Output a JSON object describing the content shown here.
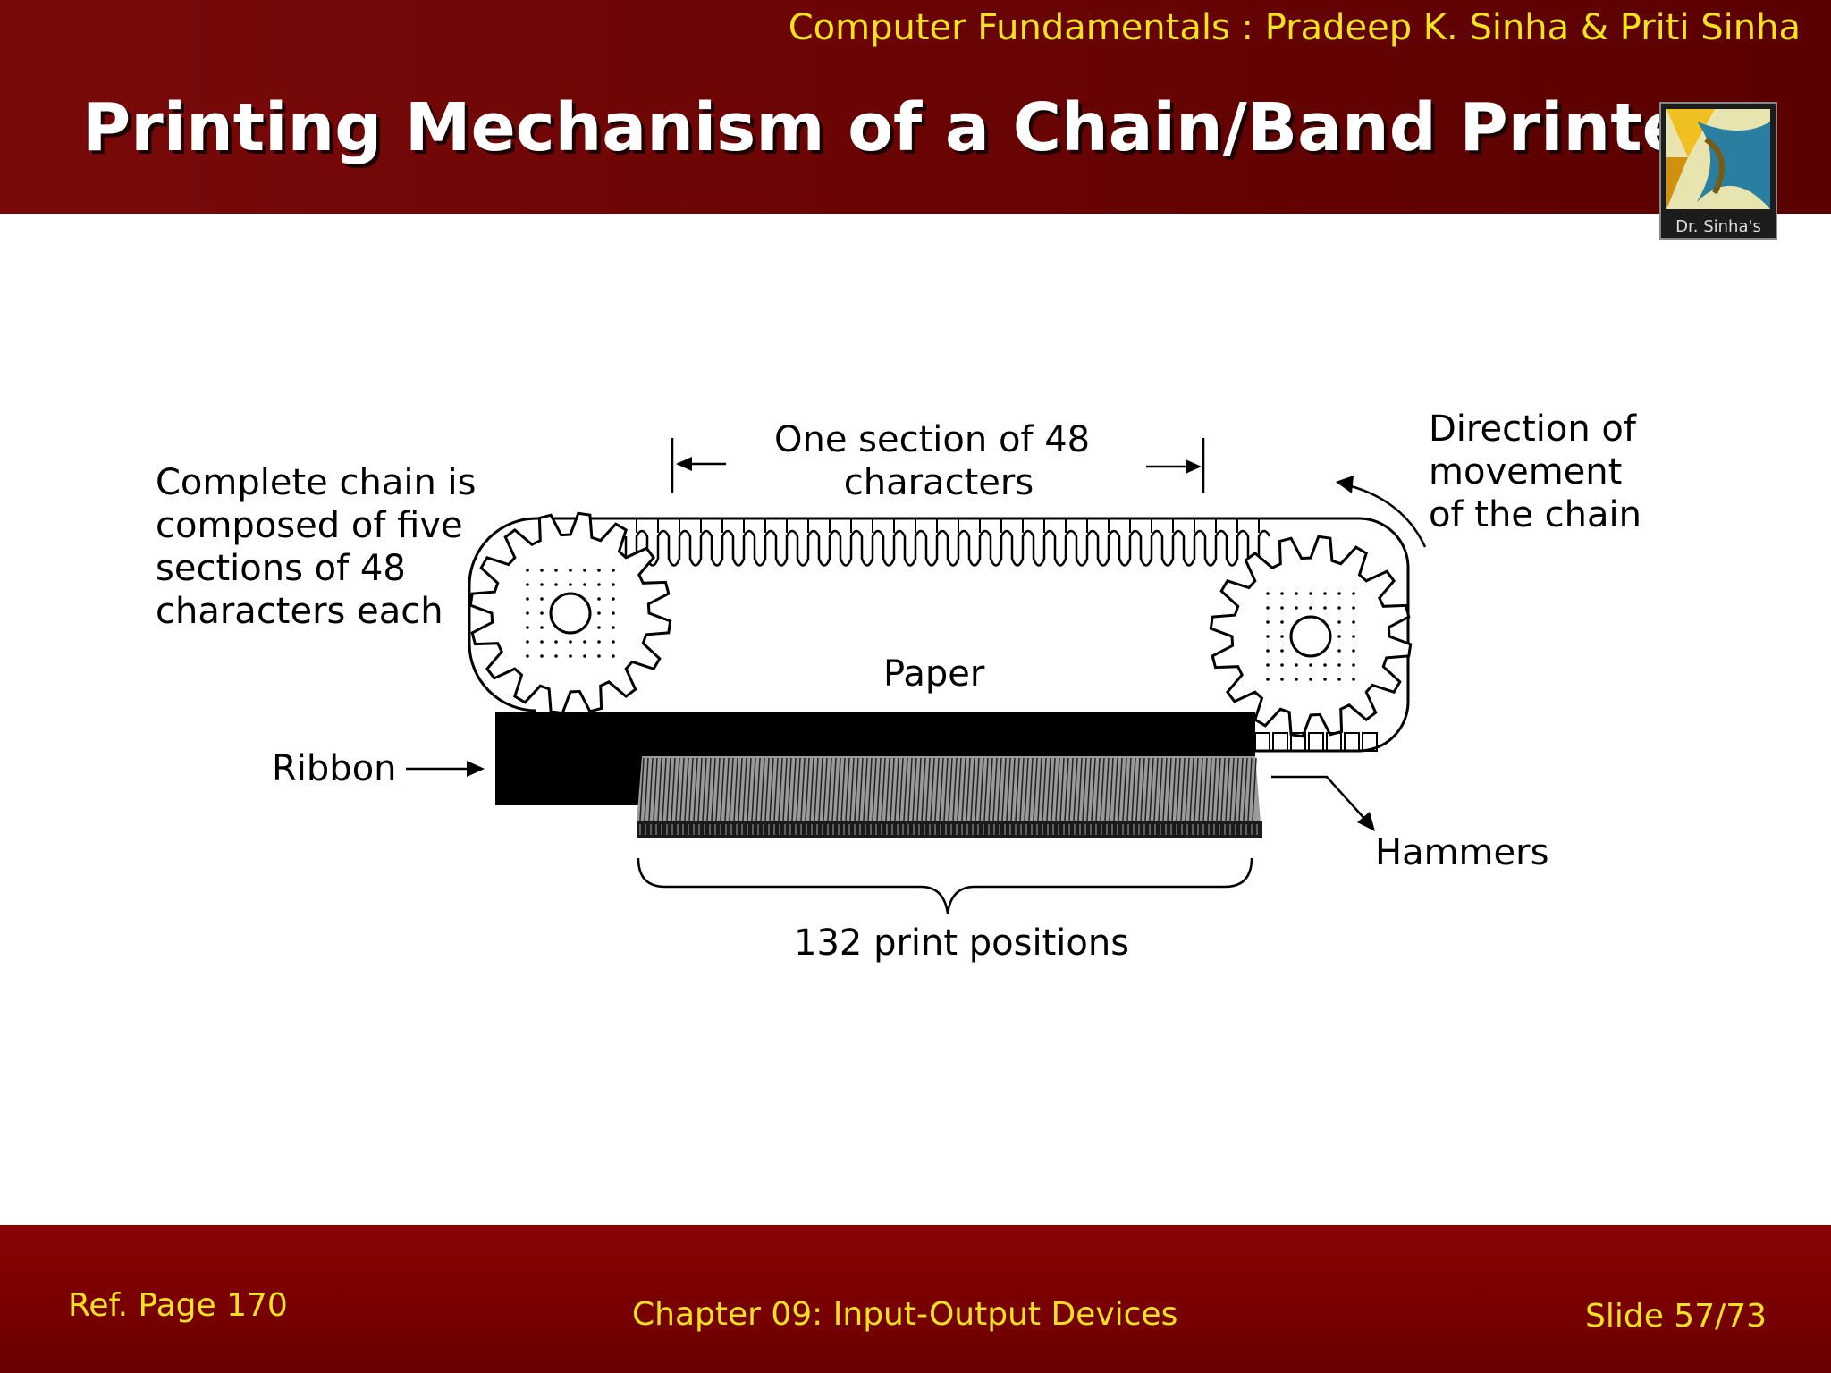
{
  "header": {
    "book_title": "Computer Fundamentals : Pradeep K. Sinha & Priti Sinha",
    "slide_title": "Printing Mechanism of a Chain/Band Printer",
    "logo_text": "Dr. Sinha's"
  },
  "diagram": {
    "labels": {
      "chain_composition": [
        "Complete chain is",
        "composed of five",
        "sections of 48",
        "characters each"
      ],
      "section": [
        "One section of 48",
        "characters"
      ],
      "direction": [
        "Direction of",
        "movement",
        "of the chain"
      ],
      "paper": "Paper",
      "ribbon": "Ribbon",
      "hammers": "Hammers",
      "print_positions": "132 print positions"
    }
  },
  "footer": {
    "ref_page": "Ref. Page 170",
    "chapter": "Chapter 09: Input-Output Devices",
    "slide": "Slide 57/73"
  },
  "colors": {
    "header_bg": "#6a0404",
    "footer_bg": "#7a0000",
    "accent_text": "#f4e21c"
  }
}
